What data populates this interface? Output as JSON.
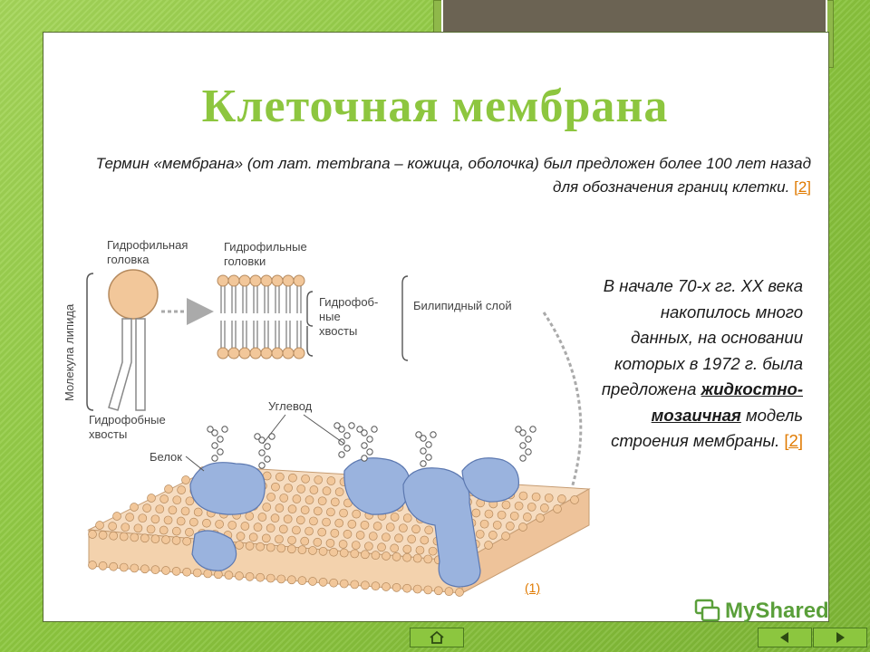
{
  "slide": {
    "title": "Клеточная мембрана",
    "intro_text": "Термин «мембрана» (от лат. membrana – кожица, оболочка) был предложен более 100 лет назад для обозначения границ клетки.",
    "intro_ref": "[2]",
    "side_text_before": "В начале 70-х гг. XX века накопилось много данных, на основании которых в 1972 г. была предложена",
    "side_term": "жидкостно-мозаичная",
    "side_text_after": "модель строения мембраны.",
    "side_ref": "[2]",
    "figure_ref": "(1)"
  },
  "figure": {
    "labels": {
      "hydrophilic_head": "Гидрофильная головка",
      "hydrophilic_heads": "Гидрофильные головки",
      "hydrophobic_tails_short": "Гидрофоб-ные хвосты",
      "bilipid_layer": "Билипидный слой",
      "lipid_molecule": "Молекула липида",
      "hydrophobic_tails": "Гидрофобные хвосты",
      "carbohydrate": "Углевод",
      "protein": "Белок"
    }
  },
  "logo": {
    "text": "MyShared"
  },
  "nav": {
    "home_icon": "home-icon",
    "prev_icon": "arrow-left-icon",
    "next_icon": "arrow-right-icon"
  },
  "colors": {
    "accent": "#8dc63f",
    "link": "#e07a00",
    "head": "#f2c79a",
    "protein": "#9ab3de"
  }
}
